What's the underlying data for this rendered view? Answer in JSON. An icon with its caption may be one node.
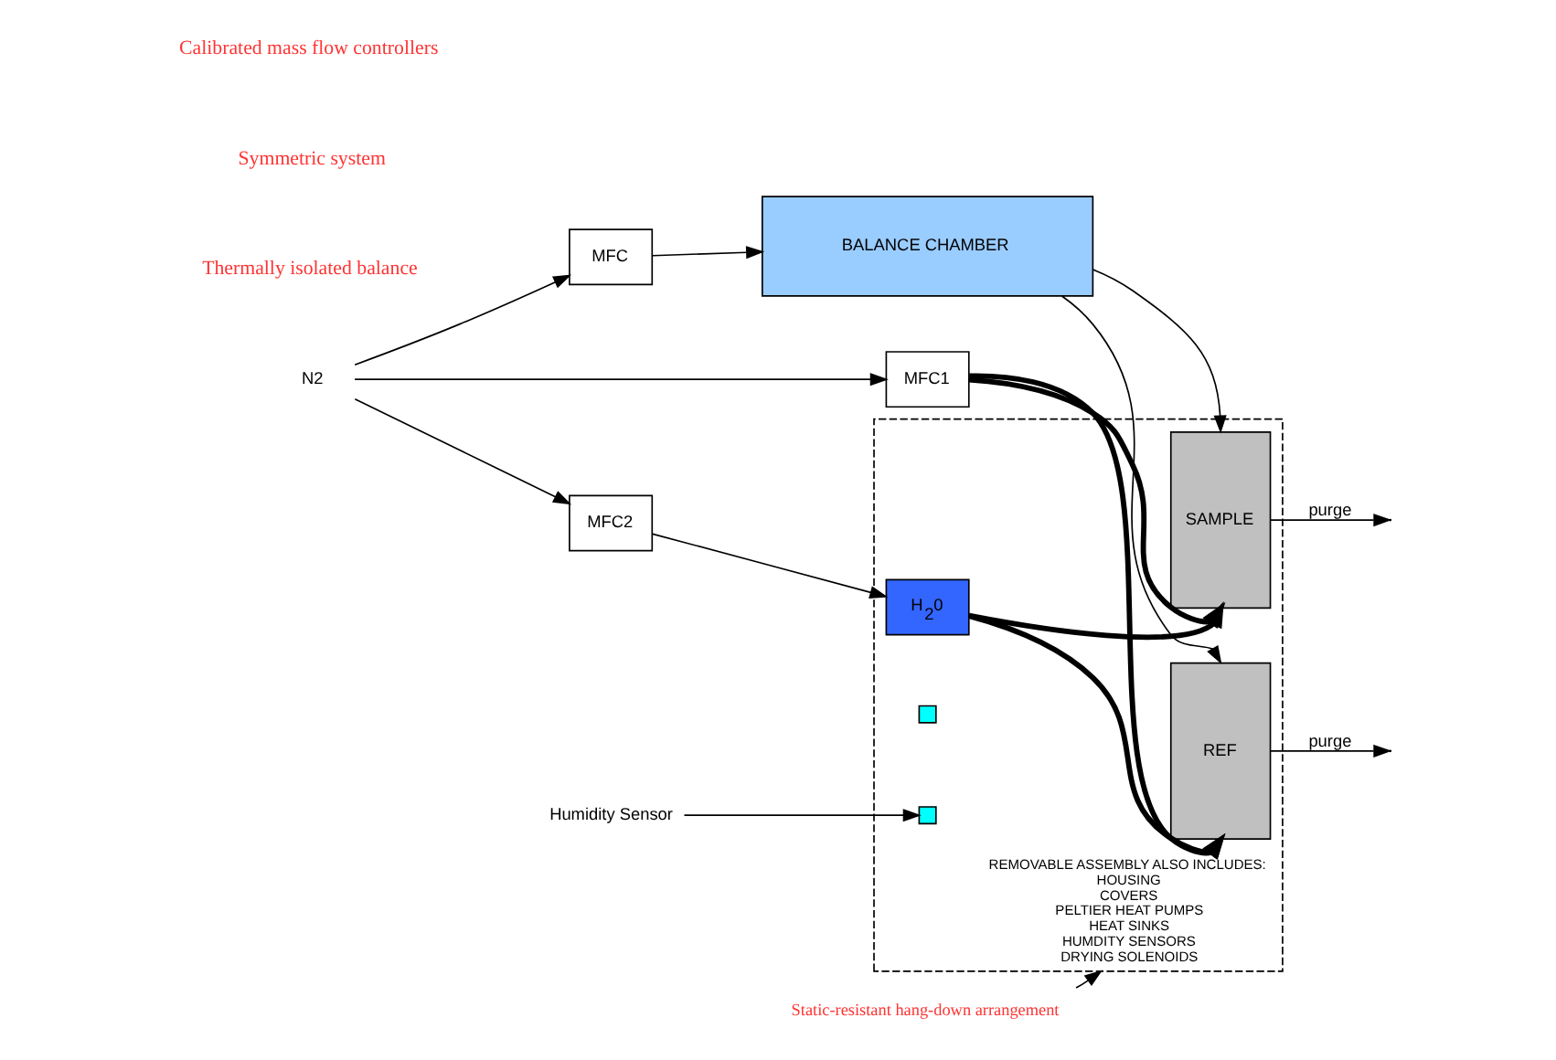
{
  "diagram": {
    "nodes": [
      {
        "text": [
          "N2"
        ]
      },
      {
        "text": [
          "MFC"
        ]
      },
      {
        "text": [
          "MFC1"
        ]
      },
      {
        "text": [
          "MFC2"
        ]
      },
      {
        "text": [
          "BALANCE CHAMBER"
        ]
      },
      {
        "text": [
          "REMOVABLE ASSEMBLY ALSO INCLUDES:",
          "HOUSING",
          "COVERS",
          "PELTIER HEAT PUMPS",
          "HEAT SINKS",
          "HUMDITY SENSORS",
          "DRYING SOLENOIDS"
        ]
      },
      {
        "text": [
          "REF"
        ],
        "in": 5
      },
      {
        "text": [
          "SAMPLE"
        ],
        "in": 5
      },
      {
        "text": [
          "H$_{2}$0"
        ],
        "in": 5
      },
      {
        "text": [],
        "shape": "box",
        "in": 5
      },
      {
        "text": [],
        "shape": "box",
        "in": 5
      },
      {
        "text": [
          "Humidity Sensor"
        ]
      },
      {
        "text": [
          "Static-resistant hang-down arrangement"
        ]
      }
    ],
    "edges": [
      {
        "from": 0,
        "to": 1,
        "arrow": "to"
      },
      {
        "from": 0,
        "to": 2,
        "arrow": "to"
      },
      {
        "from": 0,
        "to": 3,
        "arrow": "to"
      },
      {
        "from": 1,
        "to": 4,
        "arrow": "to"
      },
      {
        "from": 4,
        "to": 6,
        "arrow": "to"
      },
      {
        "from": 4,
        "to": 7,
        "arrow": "to"
      },
      {
        "from": 3,
        "to": 8,
        "arrow": "to"
      },
      {
        "from": 2,
        "to": 6,
        "arrow": "to",
        "style": "thick"
      },
      {
        "from": 2,
        "to": 7,
        "arrow": "to",
        "style": "thick"
      },
      {
        "from": 8,
        "to": 6,
        "arrow": "to",
        "style": "thick"
      },
      {
        "from": 8,
        "to": 7,
        "arrow": "to",
        "style": "thick"
      },
      {
        "from": 6,
        "to": null,
        "arrow": "to",
        "label": "purge"
      },
      {
        "from": 7,
        "to": null,
        "arrow": "to",
        "label": "purge"
      },
      {
        "from": 11,
        "to": 10,
        "arrow": "to"
      },
      {
        "from": 12,
        "to": 5,
        "arrow": "to"
      }
    ],
    "labels": [
      "Thermally isolated balance",
      "Symmetric system",
      "Calibrated mass flow controllers"
    ]
  }
}
